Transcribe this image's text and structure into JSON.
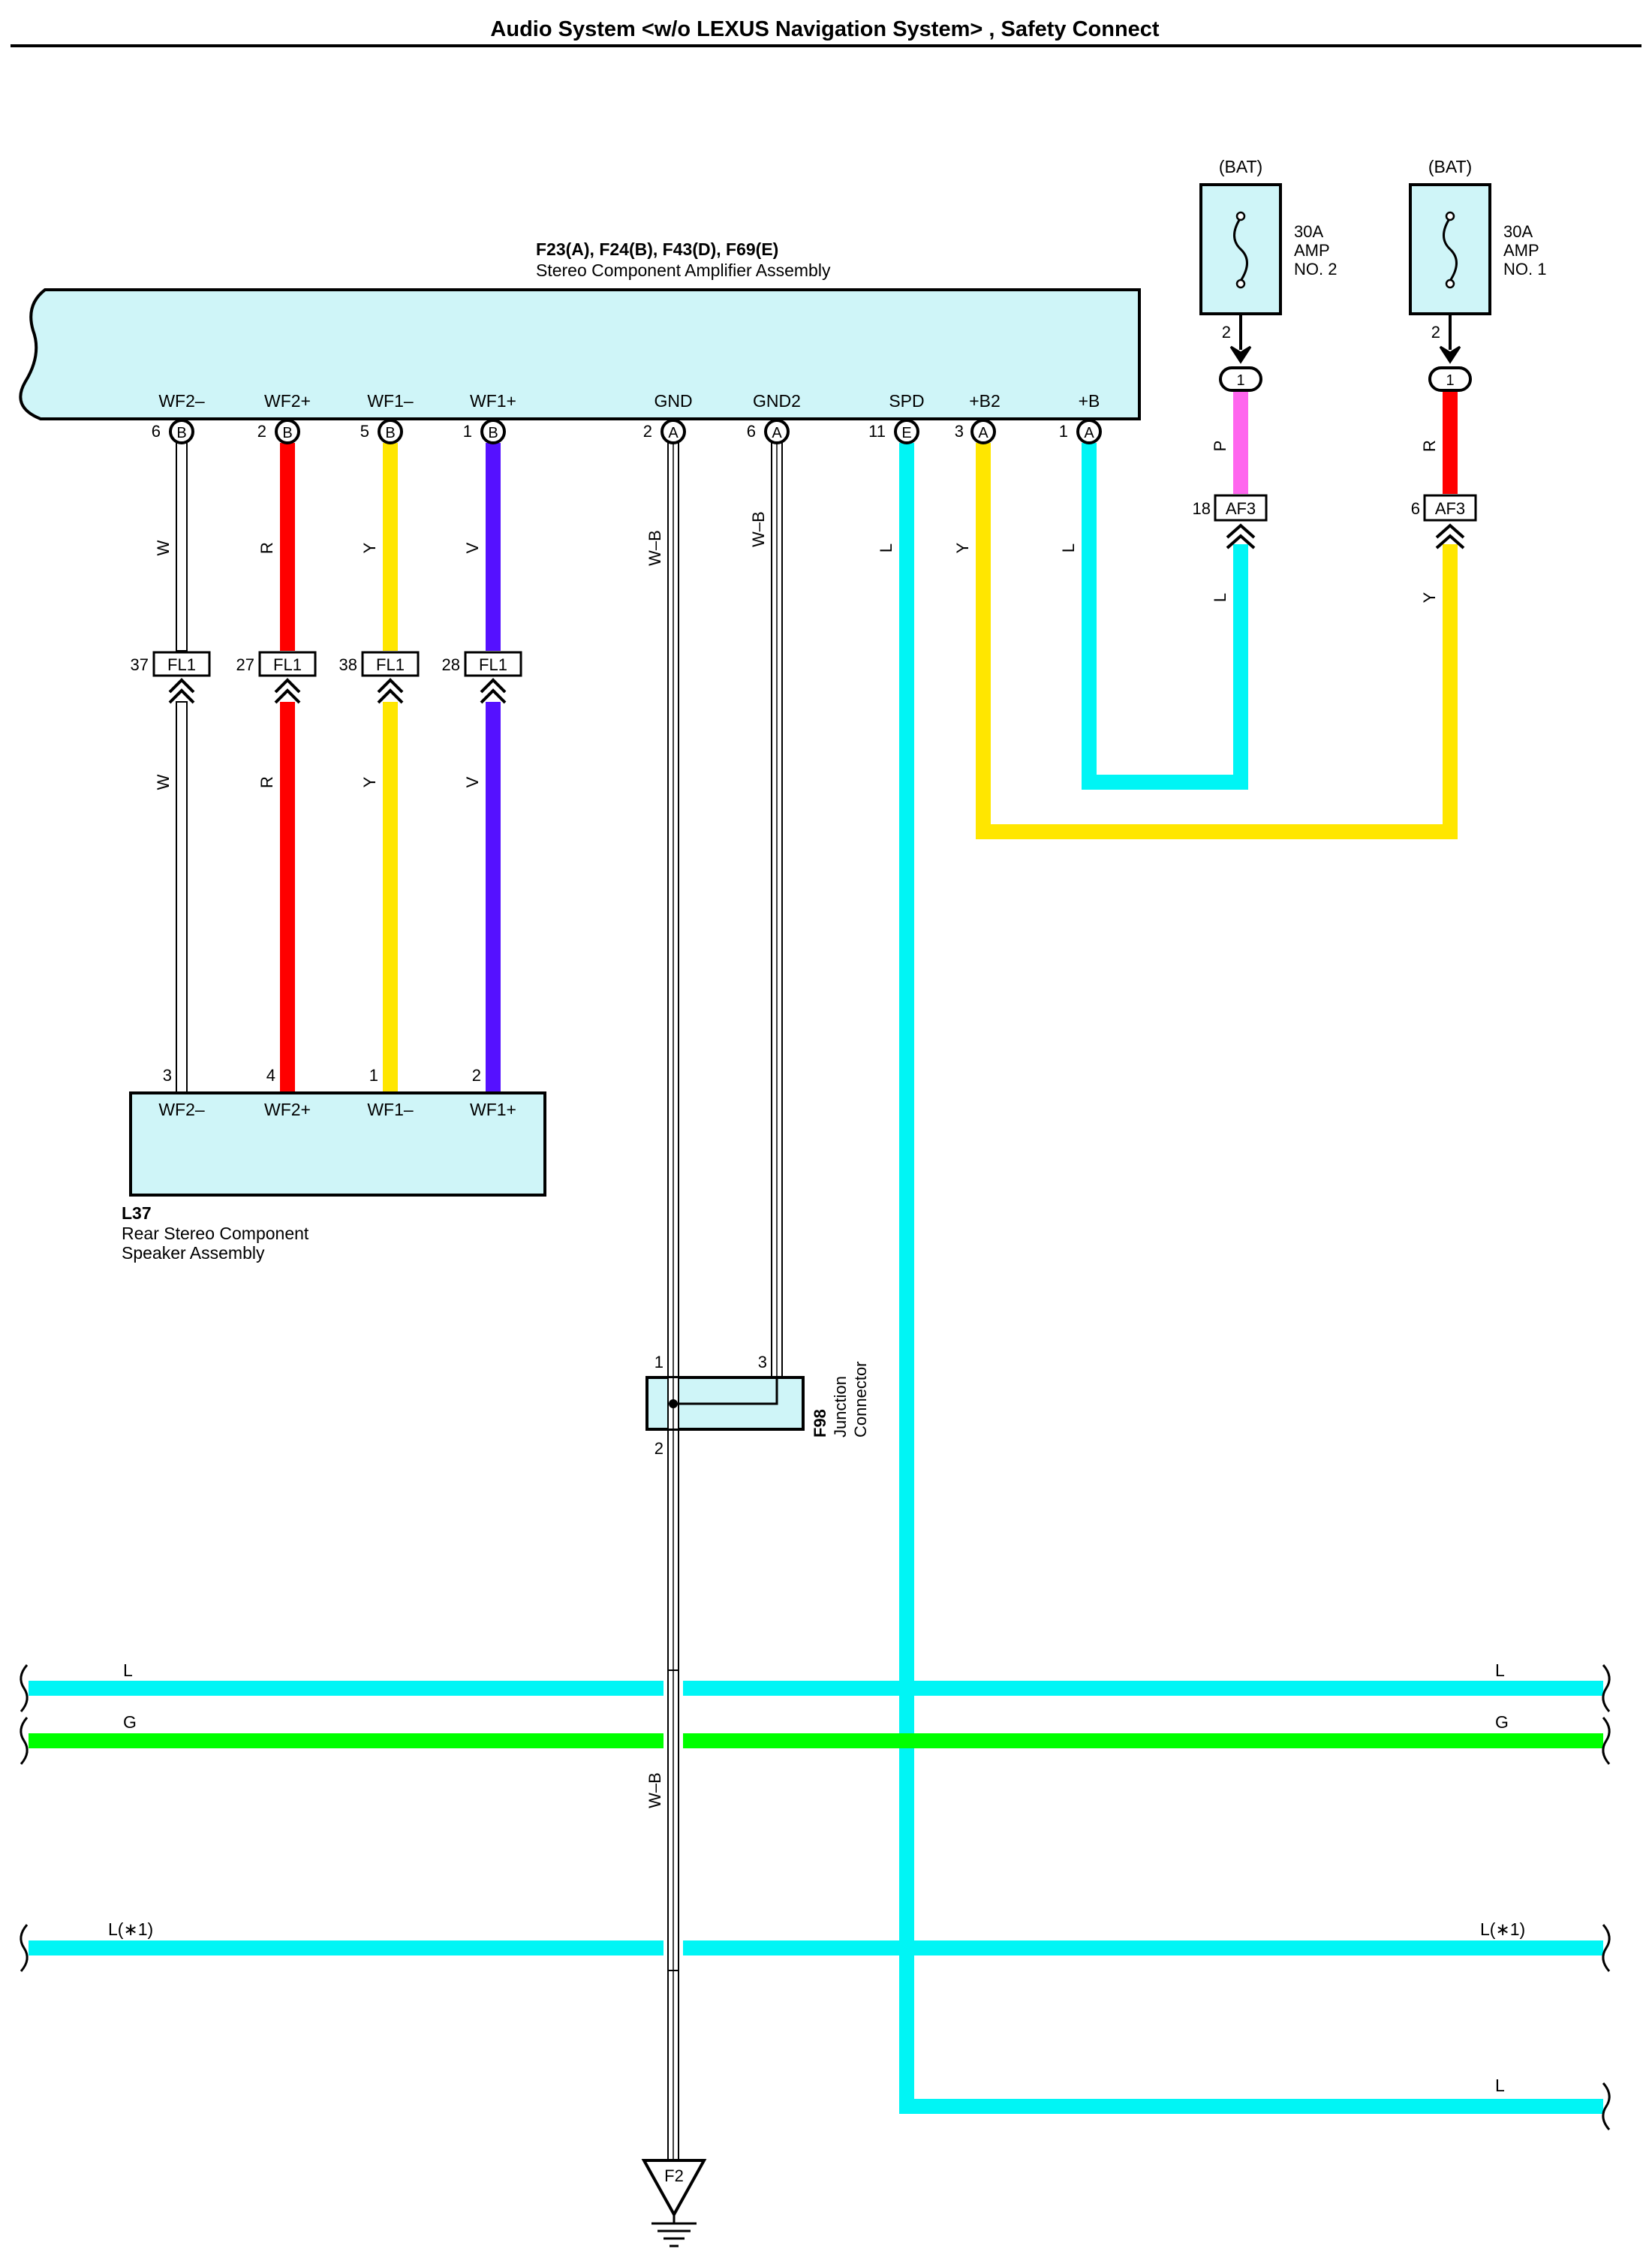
{
  "title": "Audio System <w/o LEXUS Navigation System> , Safety Connect",
  "amplifier": {
    "connectors": "F23(A), F24(B), F43(D), F69(E)",
    "name": "Stereo Component Amplifier Assembly",
    "pins": [
      {
        "label": "WF2–",
        "num": "6",
        "conn": "B"
      },
      {
        "label": "WF2+",
        "num": "2",
        "conn": "B"
      },
      {
        "label": "WF1–",
        "num": "5",
        "conn": "B"
      },
      {
        "label": "WF1+",
        "num": "1",
        "conn": "B"
      },
      {
        "label": "GND",
        "num": "2",
        "conn": "A"
      },
      {
        "label": "GND2",
        "num": "6",
        "conn": "A"
      },
      {
        "label": "SPD",
        "num": "11",
        "conn": "E"
      },
      {
        "label": "+B2",
        "num": "3",
        "conn": "A"
      },
      {
        "label": "+B",
        "num": "1",
        "conn": "A"
      }
    ]
  },
  "fuses": [
    {
      "source": "(BAT)",
      "rating": "30A",
      "line2": "AMP",
      "line3": "NO. 2",
      "pin": "2",
      "connector_pin": "1"
    },
    {
      "source": "(BAT)",
      "rating": "30A",
      "line2": "AMP",
      "line3": "NO. 1",
      "pin": "2",
      "connector_pin": "1"
    }
  ],
  "af3": [
    {
      "pin": "18",
      "label": "AF3"
    },
    {
      "pin": "6",
      "label": "AF3"
    }
  ],
  "fl1": [
    {
      "pin": "37",
      "label": "FL1"
    },
    {
      "pin": "27",
      "label": "FL1"
    },
    {
      "pin": "38",
      "label": "FL1"
    },
    {
      "pin": "28",
      "label": "FL1"
    }
  ],
  "wire_codes": {
    "w": "W",
    "r": "R",
    "y": "Y",
    "v": "V",
    "wb": "W–B",
    "l": "L",
    "p": "P",
    "g": "G",
    "l1": "L(∗1)"
  },
  "colors": {
    "w": "#ffffff",
    "r": "#ff0000",
    "y": "#ffe600",
    "v": "#5511ff",
    "l": "#00f5f5",
    "p": "#ff66ee",
    "g": "#00ff00",
    "box": "#cff5f8"
  },
  "speaker": {
    "id": "L37",
    "name_line1": "Rear Stereo Component",
    "name_line2": "Speaker Assembly",
    "pins": [
      {
        "label": "WF2–",
        "num": "3"
      },
      {
        "label": "WF2+",
        "num": "4"
      },
      {
        "label": "WF1–",
        "num": "1"
      },
      {
        "label": "WF1+",
        "num": "2"
      }
    ]
  },
  "junction": {
    "id": "F98",
    "line1": "Junction",
    "line2": "Connector",
    "pin_a": "1",
    "pin_b": "3",
    "pin_c": "2"
  },
  "ground": {
    "label": "F2"
  }
}
